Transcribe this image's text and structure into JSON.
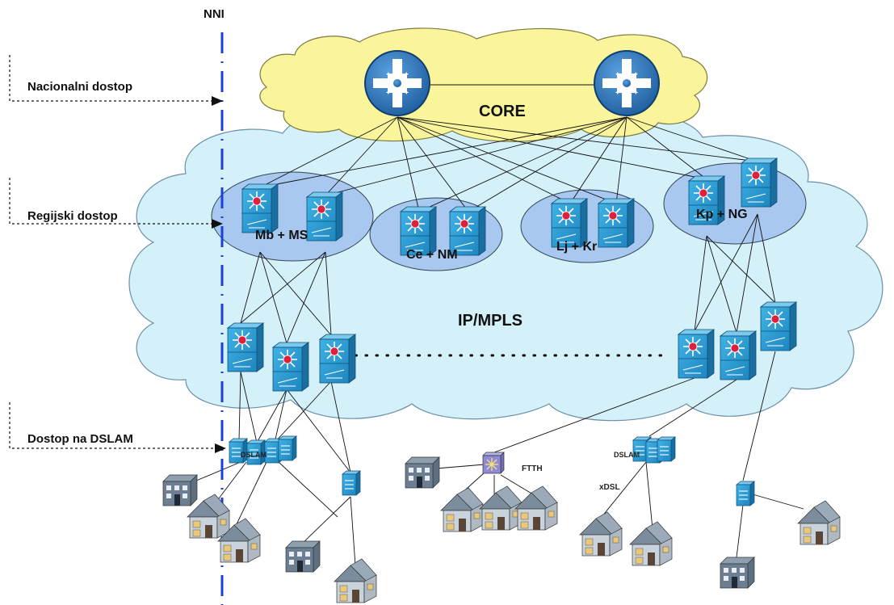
{
  "nni_label": "NNI",
  "access_labels": {
    "national": "Nacionalni dostop",
    "regional": "Regijski dostop",
    "dslam": "Dostop na DSLAM"
  },
  "core": {
    "label": "CORE"
  },
  "ipmpls": {
    "label": "IP/MPLS"
  },
  "regions": [
    {
      "label": "Mb + MS"
    },
    {
      "label": "Ce + NM"
    },
    {
      "label": "Lj + Kr"
    },
    {
      "label": "Kp + NG"
    }
  ],
  "access_tech": {
    "dslam_left": "DSLAM",
    "dslam_right": "DSLAM",
    "ftth": "FTTH",
    "xdsl": "xDSL"
  },
  "colors": {
    "core_cloud": "#faf59a",
    "mpls_cloud": "#d4f1fa",
    "region_ellipse": "#a8c8f0",
    "router_blue": "#2f6fb0",
    "switch_blue": "#2c9fd6",
    "nni_line": "#1a3fe0",
    "router_core": "#3a7fc8"
  }
}
